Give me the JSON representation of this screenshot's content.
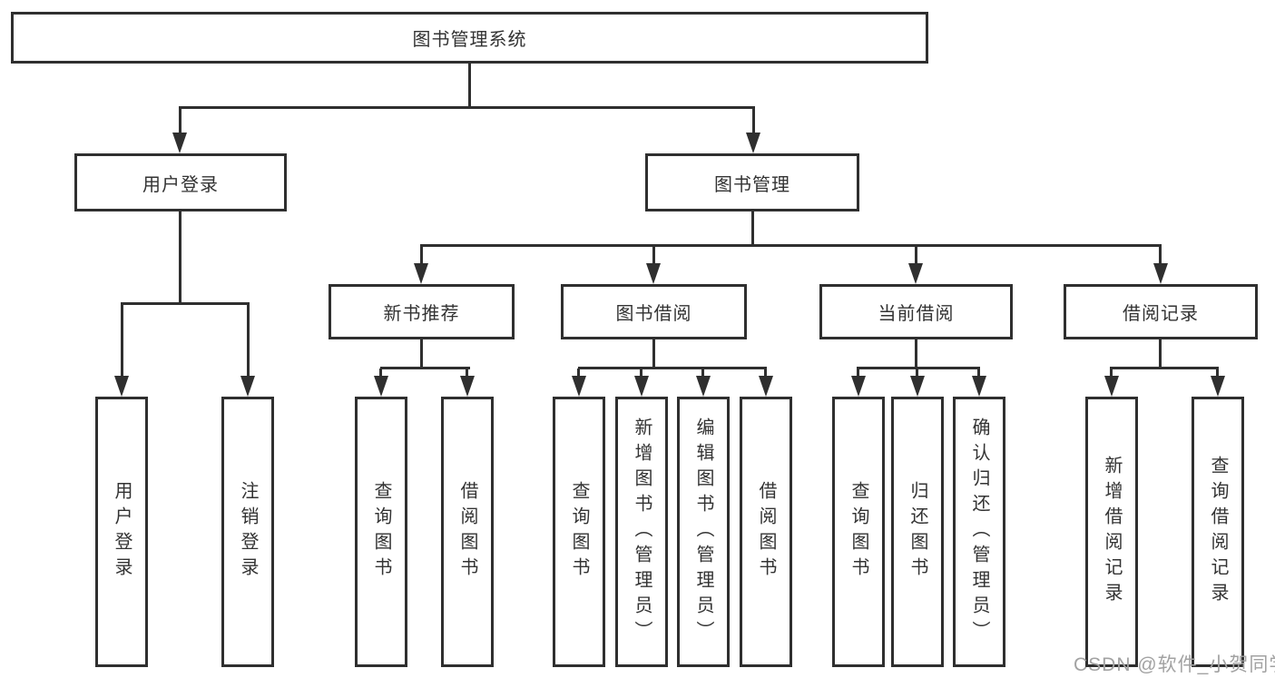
{
  "tree": {
    "root": "图书管理系统",
    "branches": [
      {
        "label": "用户登录",
        "children": [
          {
            "label": "用户登录"
          },
          {
            "label": "注销登录"
          }
        ]
      },
      {
        "label": "图书管理",
        "children": [
          {
            "label": "新书推荐",
            "children": [
              {
                "label": "查询图书"
              },
              {
                "label": "借阅图书"
              }
            ]
          },
          {
            "label": "图书借阅",
            "children": [
              {
                "label": "查询图书"
              },
              {
                "label": "新增图书（管理员）"
              },
              {
                "label": "编辑图书（管理员）"
              },
              {
                "label": "借阅图书"
              }
            ]
          },
          {
            "label": "当前借阅",
            "children": [
              {
                "label": "查询图书"
              },
              {
                "label": "归还图书"
              },
              {
                "label": "确认归还（管理员）"
              }
            ]
          },
          {
            "label": "借阅记录",
            "children": [
              {
                "label": "新增借阅记录"
              },
              {
                "label": "查询借阅记录"
              }
            ]
          }
        ]
      }
    ]
  },
  "watermark": "CSDN @软件_小贺同学",
  "colors": {
    "line": "#2f2f2f",
    "text": "#333333",
    "watermark": "#a2a2a2",
    "background": "#ffffff"
  }
}
